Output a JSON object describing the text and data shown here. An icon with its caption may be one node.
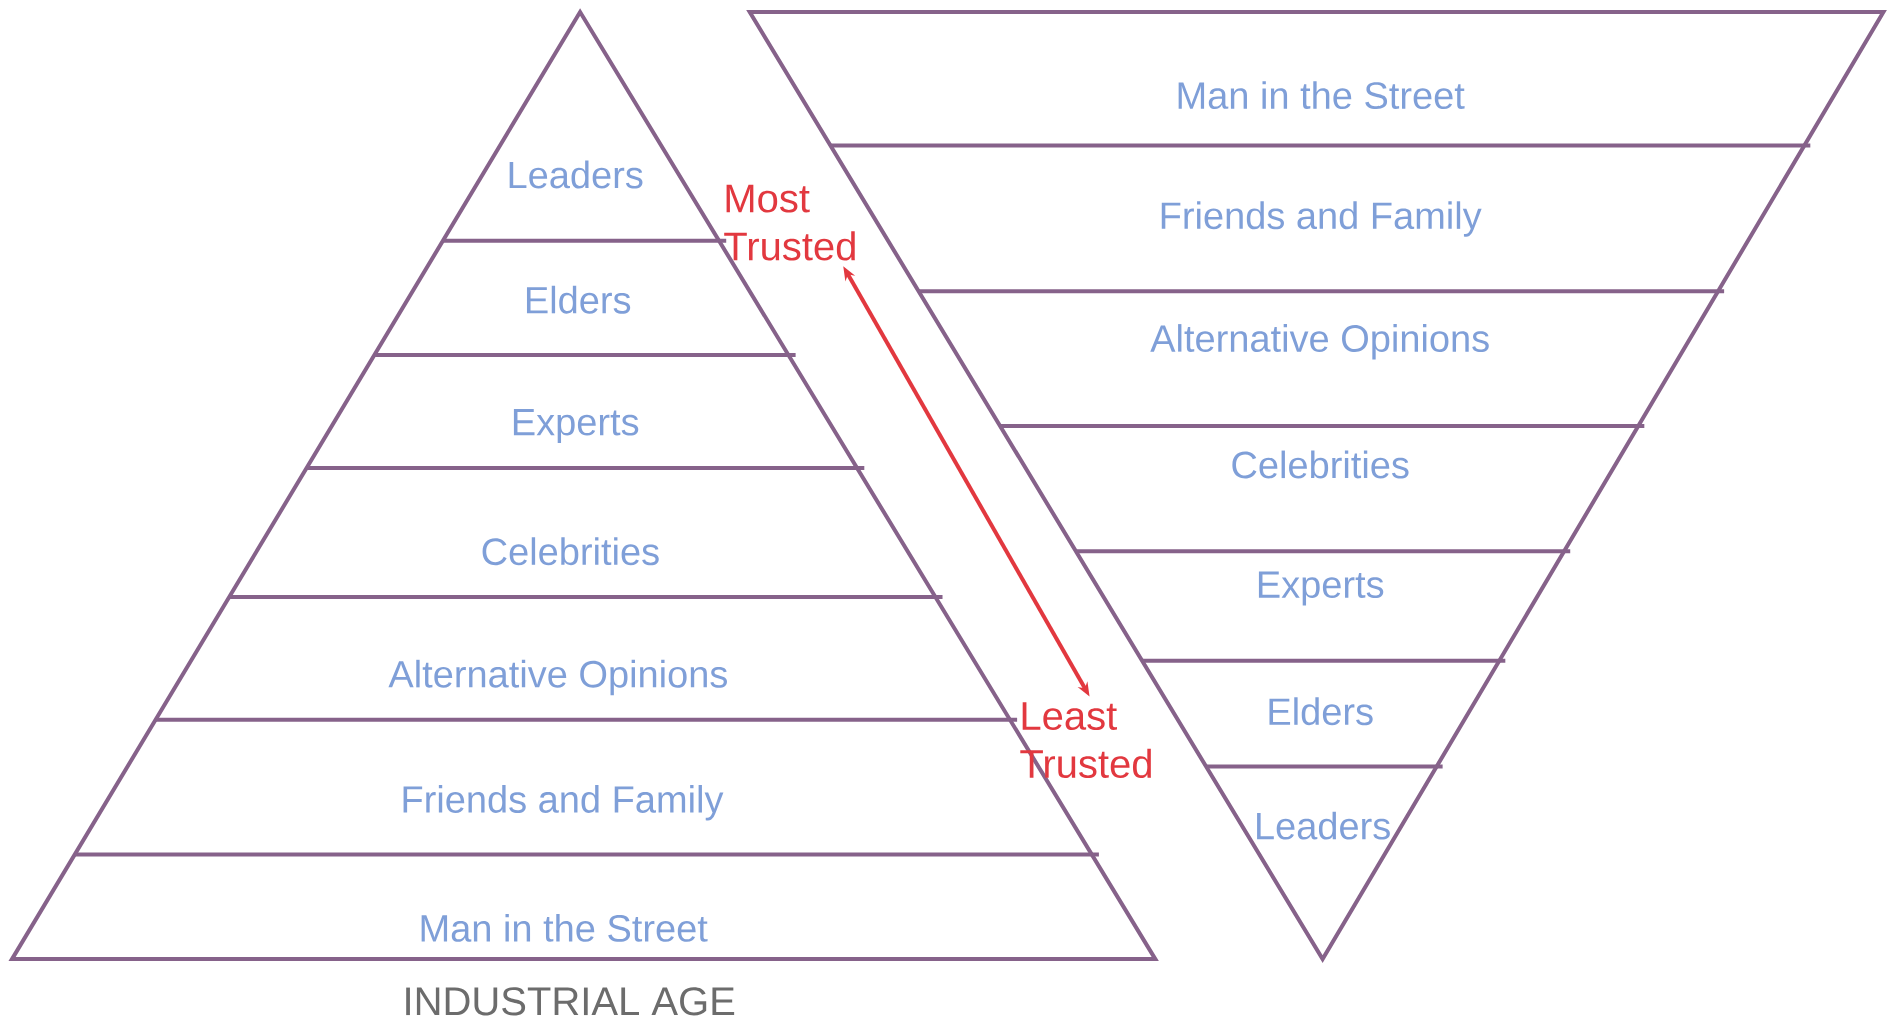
{
  "diagram": {
    "nodes": [
      {
        "text": [
          "Leaders"
        ]
      },
      {
        "text": [
          "Elders"
        ]
      },
      {
        "text": [
          "Experts"
        ]
      },
      {
        "text": [
          "Celebrities"
        ]
      },
      {
        "text": [
          "Alternative Opinions"
        ]
      },
      {
        "text": [
          "Friends and Family"
        ]
      },
      {
        "text": [
          "Man in the Street"
        ]
      },
      {
        "text": [
          "Man in the Street"
        ]
      },
      {
        "text": [
          "Friends and Family"
        ]
      },
      {
        "text": [
          "Alternative Opinions"
        ]
      },
      {
        "text": [
          "Celebrities"
        ]
      },
      {
        "text": [
          "Experts"
        ]
      },
      {
        "text": [
          "Elders"
        ]
      },
      {
        "text": [
          "Leaders"
        ]
      },
      {
        "text": [
          "Most Trusted"
        ]
      },
      {
        "text": [
          "Least Trusted"
        ]
      }
    ],
    "edges": [
      {
        "from": 14,
        "to": 15,
        "arrow": "both"
      }
    ],
    "labels": [
      "INDUSTRIAL AGE"
    ]
  }
}
